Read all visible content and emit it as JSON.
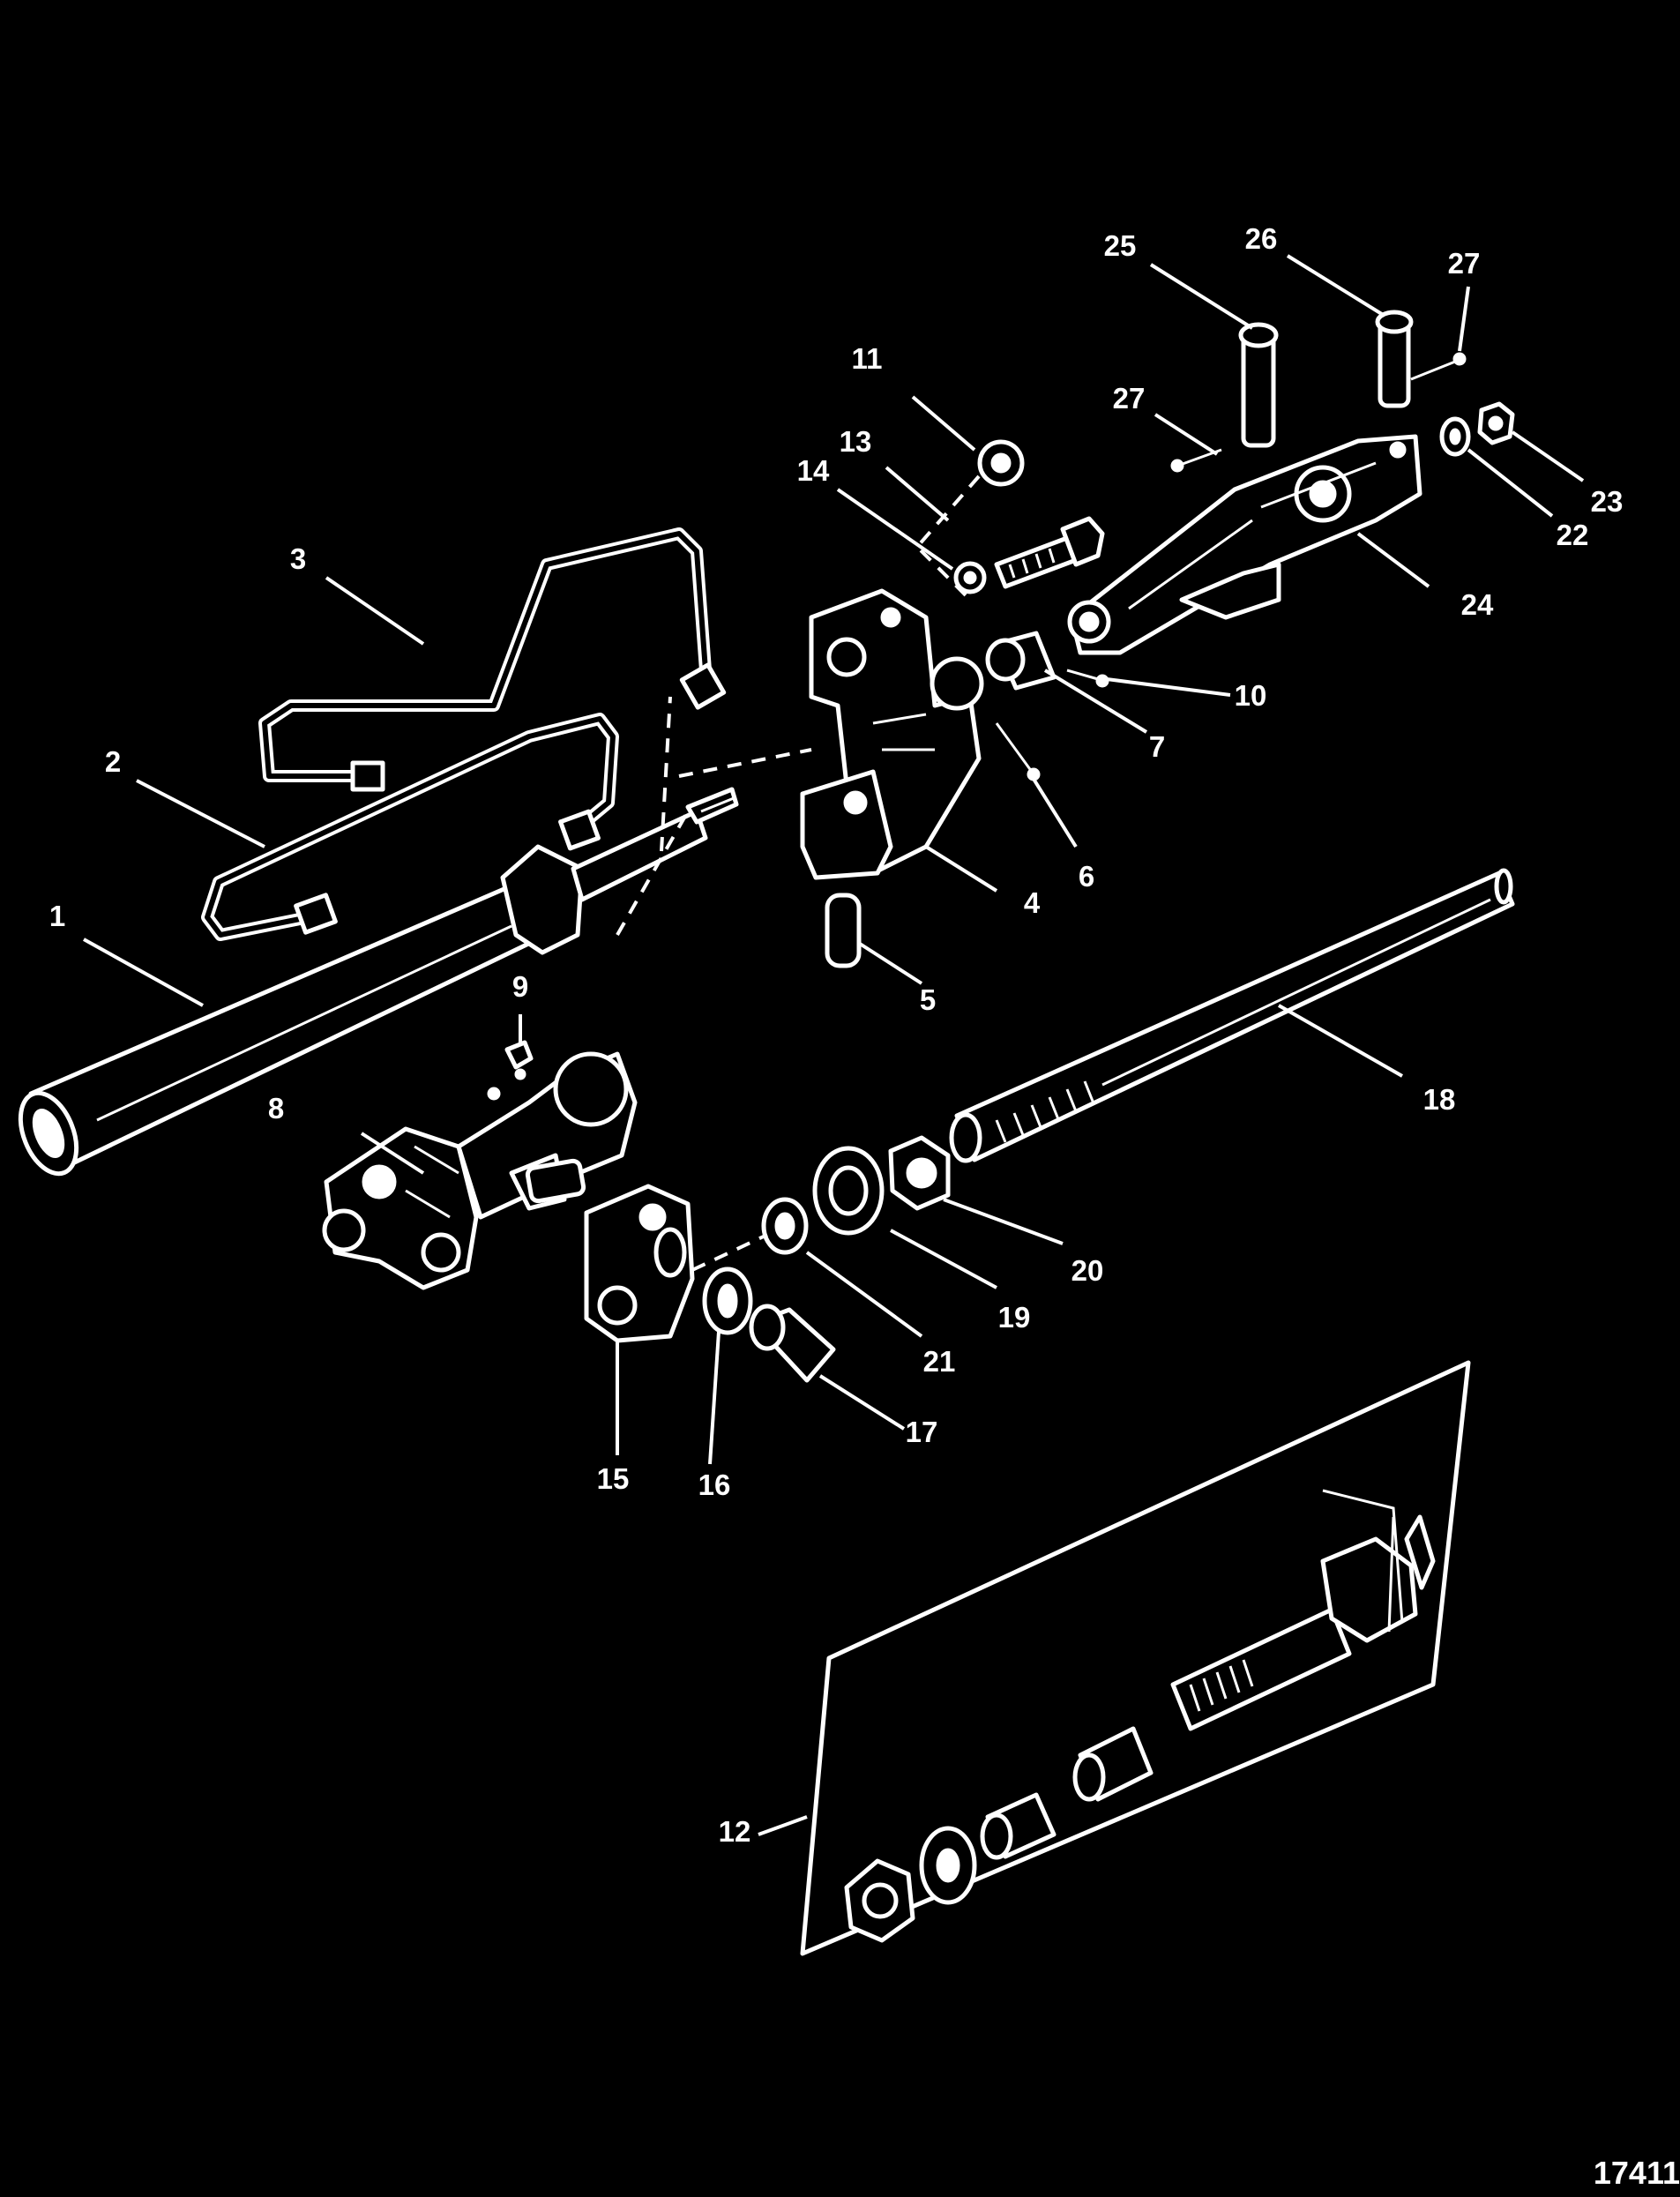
{
  "figure_id": "17411",
  "callouts": [
    "1",
    "2",
    "3",
    "4",
    "5",
    "6",
    "7",
    "8",
    "9",
    "10",
    "11",
    "12",
    "13",
    "14",
    "15",
    "16",
    "17",
    "18",
    "19",
    "20",
    "21",
    "22",
    "23",
    "24",
    "25",
    "26",
    "27",
    "27"
  ],
  "parts": [
    {
      "id": "1",
      "name": "cylinder"
    },
    {
      "id": "2",
      "name": "hose"
    },
    {
      "id": "3",
      "name": "hose"
    },
    {
      "id": "4",
      "name": "bracket"
    },
    {
      "id": "5",
      "name": "pin"
    },
    {
      "id": "6",
      "name": "cotter-pin"
    },
    {
      "id": "7",
      "name": "spacer"
    },
    {
      "id": "8",
      "name": "control-valve"
    },
    {
      "id": "9",
      "name": "fitting"
    },
    {
      "id": "10",
      "name": "cotter-pin"
    },
    {
      "id": "11",
      "name": "nut"
    },
    {
      "id": "12",
      "name": "hardware-kit"
    },
    {
      "id": "13",
      "name": "bolt"
    },
    {
      "id": "14",
      "name": "washer"
    },
    {
      "id": "15",
      "name": "clamp-block"
    },
    {
      "id": "16",
      "name": "washer"
    },
    {
      "id": "17",
      "name": "bolt"
    },
    {
      "id": "18",
      "name": "cable-tube-rod"
    },
    {
      "id": "19",
      "name": "washer"
    },
    {
      "id": "20",
      "name": "nut"
    },
    {
      "id": "21",
      "name": "spacer"
    },
    {
      "id": "22",
      "name": "washer"
    },
    {
      "id": "23",
      "name": "nut"
    },
    {
      "id": "24",
      "name": "steering-arm"
    },
    {
      "id": "25",
      "name": "pin"
    },
    {
      "id": "26",
      "name": "pin"
    },
    {
      "id": "27",
      "name": "cotter-pin"
    }
  ]
}
